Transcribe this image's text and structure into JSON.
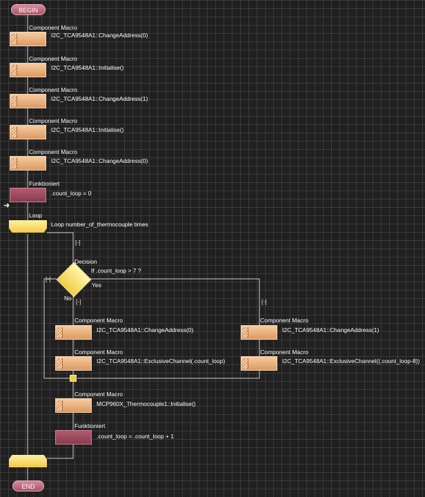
{
  "flow": {
    "begin": "BEGIN",
    "end": "END",
    "cm_label": "Component Macro",
    "funktioniert_label": "Funktioniert",
    "loop_label": "Loop",
    "decision_label": "Decision",
    "calls": [
      "I2C_TCA9548A1::ChangeAddress(0)",
      "I2C_TCA9548A1::Initialise()",
      "I2C_TCA9548A1::ChangeAddress(1)",
      "I2C_TCA9548A1::Initialise()",
      "I2C_TCA9548A1::ChangeAddress(0)"
    ],
    "calc1": ".count_loop = 0",
    "loop_text": "Loop number_of_thermocouple times",
    "collapse": "[-]",
    "decision_text": "If .count_loop > 7 ?",
    "yes": "Yes",
    "no": "No",
    "no_branch": [
      "I2C_TCA9548A1::ChangeAddress(0)",
      "I2C_TCA9548A1::ExclusiveChannel(.count_loop)"
    ],
    "yes_branch": [
      "I2C_TCA9548A1::ChangeAddress(1)",
      "I2C_TCA9548A1::ExclusiveChannel((.count_loop-8))"
    ],
    "after_call": "MCP960X_Thermocouple1::Initialise()",
    "calc2": ".count_loop = .count_loop + 1"
  },
  "colors": {
    "background": "#202020",
    "grid": "#3a3a3a",
    "macro": "#e8aa72",
    "calculation": "#9b4960",
    "loop_decision": "#f2cd44",
    "terminator": "#c06a7e"
  }
}
